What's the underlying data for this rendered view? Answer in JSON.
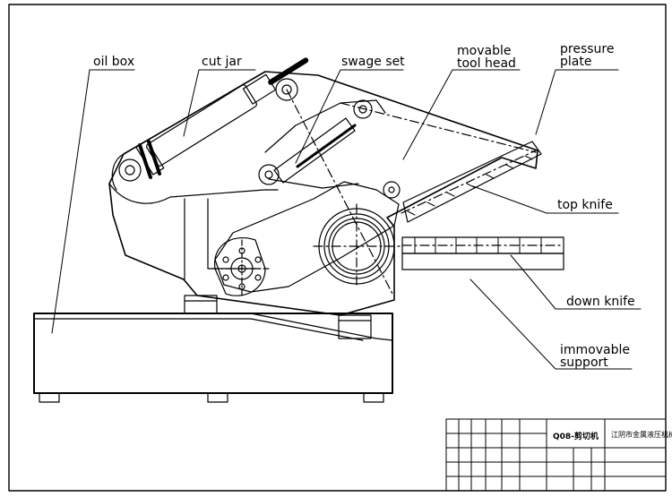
{
  "labels": {
    "oil_box": "oil box",
    "cut_jar": "cut jar",
    "swage_set": "swage set",
    "movable_tool_head_1": "movable",
    "movable_tool_head_2": "tool head",
    "pressure_plate_1": "pressure",
    "pressure_plate_2": "plate",
    "top_knife": "top knife",
    "down_knife": "down knife",
    "immovable_support_1": "immovable",
    "immovable_support_2": "support"
  },
  "title_block": {
    "model": "Q08-剪切机",
    "company": "江阴市金属液压机械厂"
  }
}
